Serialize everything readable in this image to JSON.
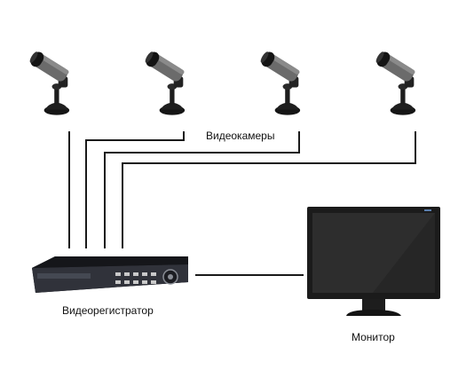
{
  "labels": {
    "cameras": "Видеокамеры",
    "dvr": "Видеорегистратор",
    "monitor": "Монитор"
  },
  "colors": {
    "wire": "#1a1a1a",
    "camera_body": "#5e5e5e",
    "camera_dark": "#121212",
    "dvr_body": "#2b2d33",
    "monitor_bezel": "#1b1b1b",
    "monitor_screen": "#262626"
  },
  "devices": {
    "cameras": [
      {
        "name": "camera-1",
        "icon": "cctv-camera-icon"
      },
      {
        "name": "camera-2",
        "icon": "cctv-camera-icon"
      },
      {
        "name": "camera-3",
        "icon": "cctv-camera-icon"
      },
      {
        "name": "camera-4",
        "icon": "cctv-camera-icon"
      }
    ],
    "recorder": {
      "icon": "dvr-recorder-icon"
    },
    "display": {
      "icon": "lcd-monitor-icon"
    }
  },
  "connections": [
    {
      "from": "camera-1",
      "to": "dvr"
    },
    {
      "from": "camera-2",
      "to": "dvr"
    },
    {
      "from": "camera-3",
      "to": "dvr"
    },
    {
      "from": "camera-4",
      "to": "dvr"
    },
    {
      "from": "dvr",
      "to": "monitor"
    }
  ]
}
